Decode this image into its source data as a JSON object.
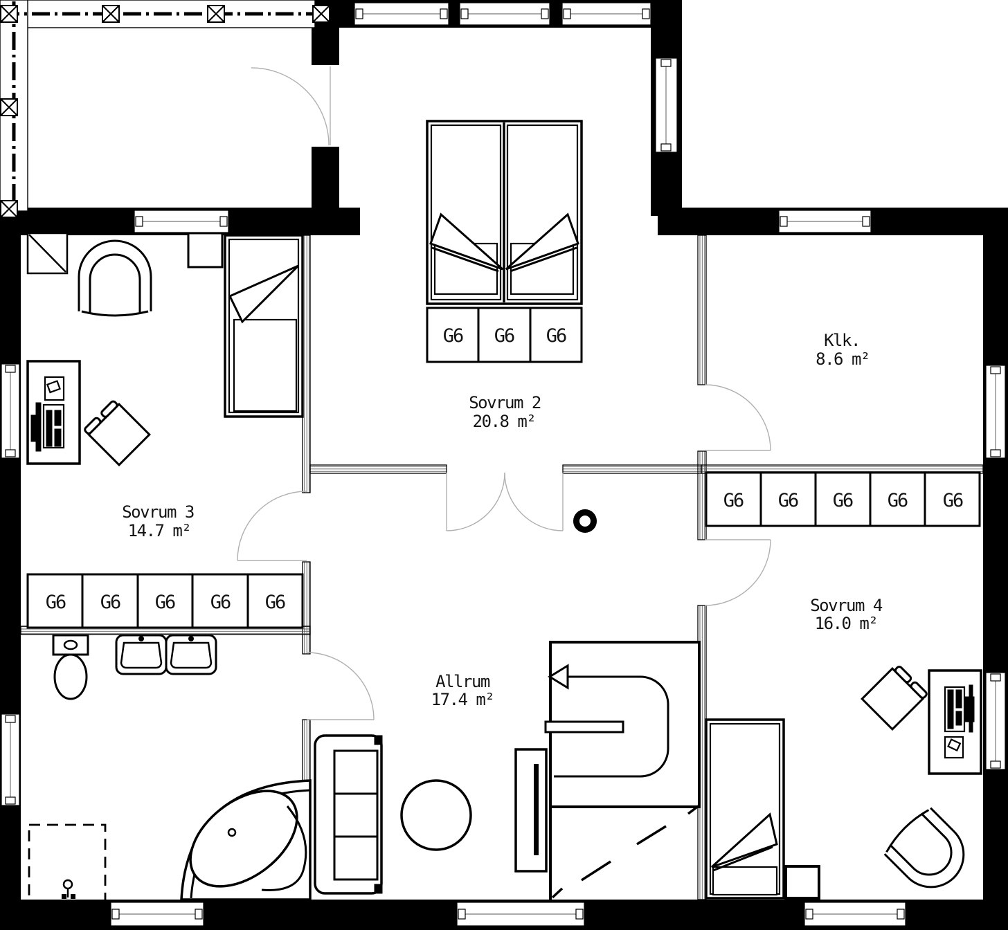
{
  "rooms": {
    "sovrum2": {
      "name": "Sovrum 2",
      "area": "20.8 m²"
    },
    "sovrum3": {
      "name": "Sovrum 3",
      "area": "14.7 m²"
    },
    "sovrum4": {
      "name": "Sovrum 4",
      "area": "16.0 m²"
    },
    "allrum": {
      "name": "Allrum",
      "area": "17.4 m²"
    },
    "klk": {
      "name": "Klk.",
      "area": "8.6 m²"
    }
  },
  "wardrobes": {
    "sovrum2": [
      "G6",
      "G6",
      "G6"
    ],
    "sovrum3": [
      "G6",
      "G6",
      "G6",
      "G6",
      "G6"
    ],
    "sovrum4": [
      "G6",
      "G6",
      "G6",
      "G6",
      "G6"
    ]
  }
}
